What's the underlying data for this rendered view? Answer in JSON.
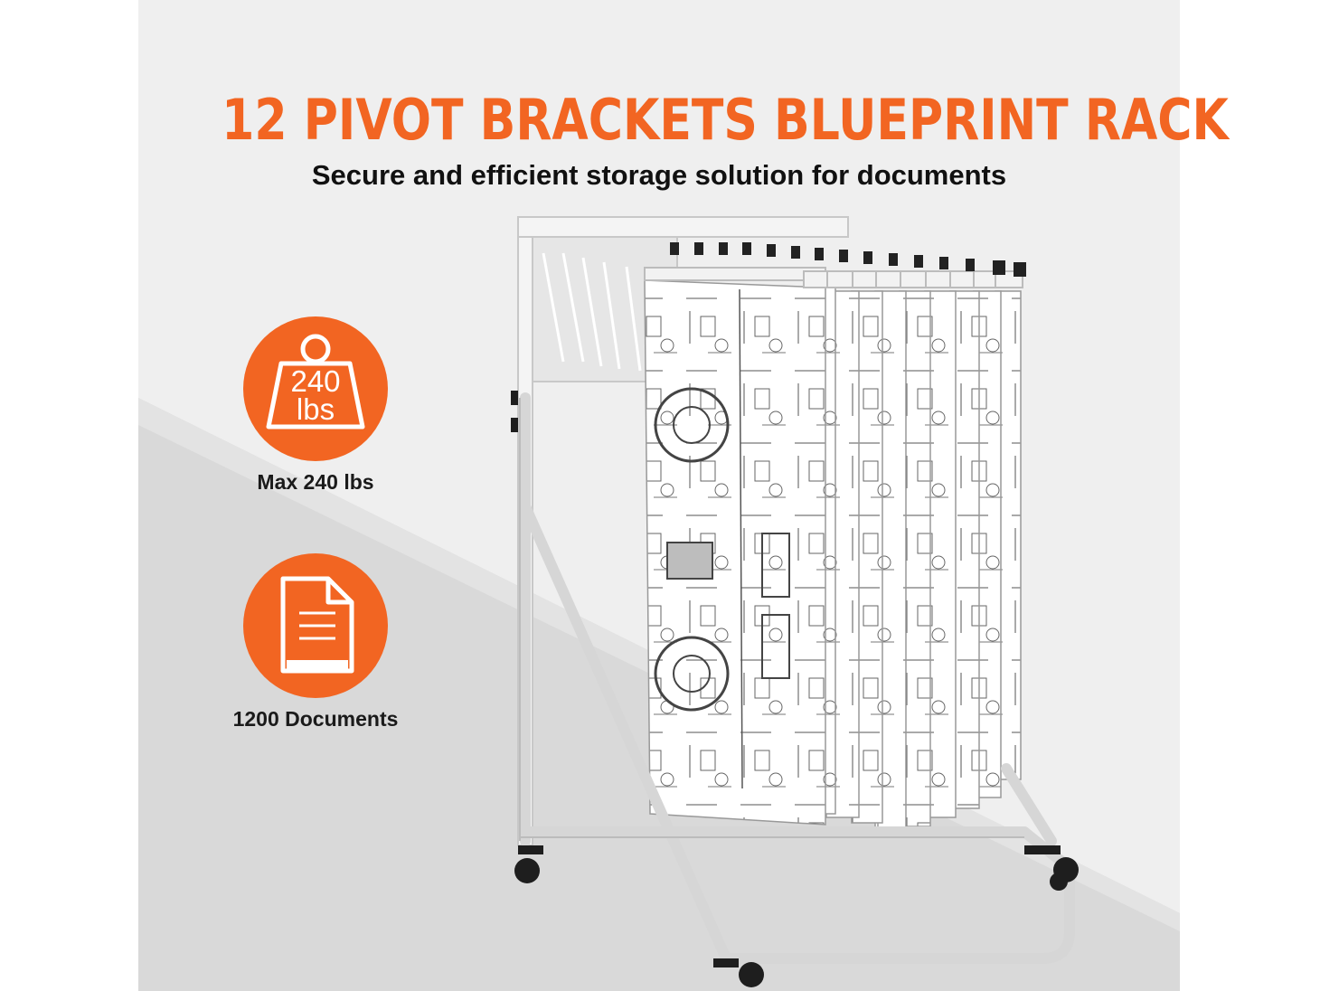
{
  "title": "12 PIVOT BRACKETS BLUEPRINT RACK",
  "subtitle": "Secure and efficient storage solution for documents",
  "features": {
    "weight": {
      "badge_line1": "240",
      "badge_line2": "lbs",
      "label": "Max 240 lbs",
      "icon": "weight-icon"
    },
    "documents": {
      "label": "1200 Documents",
      "icon": "document-icon"
    }
  },
  "colors": {
    "accent": "#f26522",
    "panel_bg": "#efefef",
    "floor": "#dedede",
    "text": "#111111"
  }
}
